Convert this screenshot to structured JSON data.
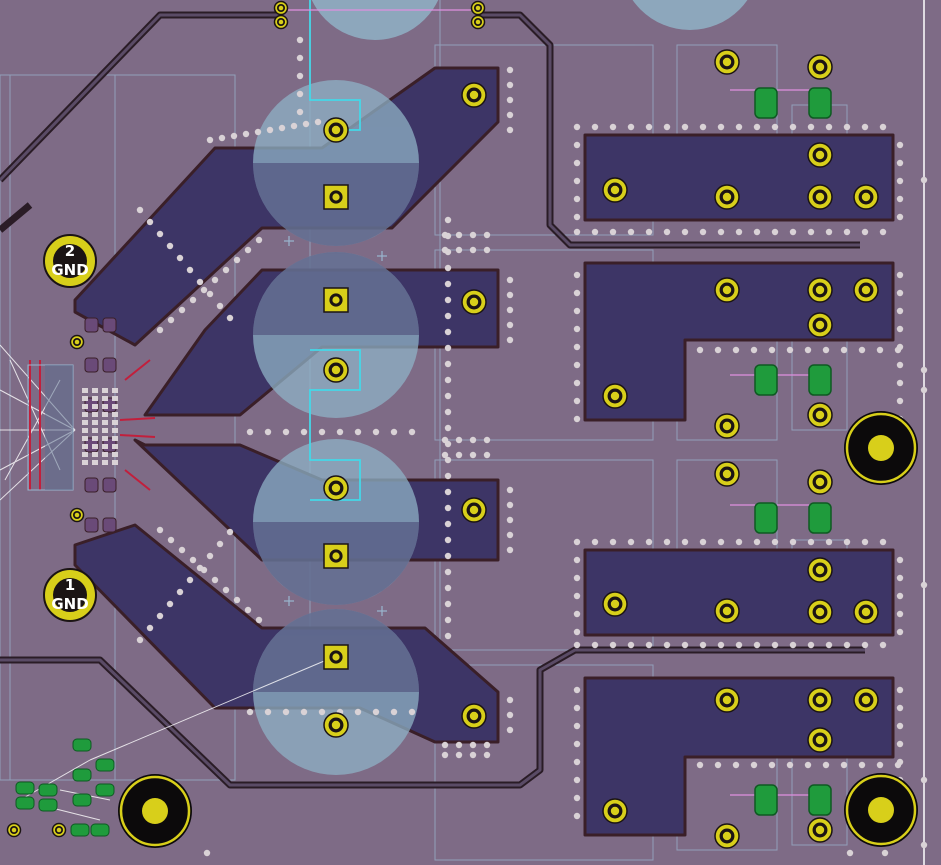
{
  "board": {
    "mounting_labels": [
      {
        "net": "GND",
        "number": "2"
      },
      {
        "net": "GND",
        "number": "1"
      }
    ]
  },
  "colors": {
    "background": "#7e6b86",
    "copper_pour": "#3d3566",
    "pour_outline": "#3a1f28",
    "pad_ring": "#d8cf1a",
    "pad_hole": "#1b1414",
    "via_fill": "#d9d2d6",
    "smd_pad": "#1f9b3c",
    "capacitor_fill": "#8fb2c6",
    "courtyard_line": "#9ab6cf",
    "silk_line": "#ffffff",
    "trace_dark": "#2a1c26",
    "cyan_trace": "#44d8e8",
    "red_trace": "#c21f3c"
  }
}
